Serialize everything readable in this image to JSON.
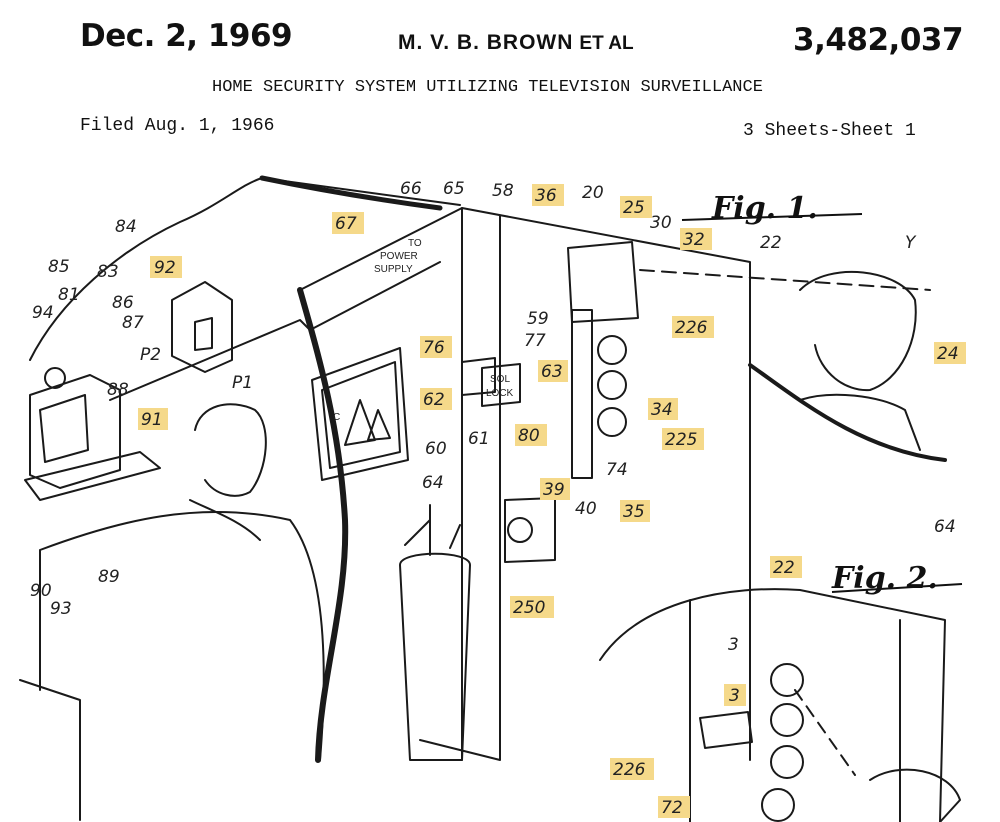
{
  "header": {
    "date": "Dec. 2, 1969",
    "inventor": "M. V. B. BROWN",
    "et_al": "ET AL",
    "patent_number": "3,482,037",
    "title": "HOME SECURITY SYSTEM UTILIZING TELEVISION SURVEILLANCE",
    "filed": "Filed Aug. 1, 1966",
    "sheets": "3 Sheets-Sheet 1"
  },
  "figures": {
    "fig1": "Fig. 1.",
    "fig2": "Fig. 2."
  },
  "labels": {
    "power_supply_line1": "TO",
    "power_supply_line2": "POWER",
    "power_supply_line3": "SUPPLY",
    "sol_lock_line1": "SOL",
    "sol_lock_line2": "LOCK",
    "tree_letter": "C"
  },
  "highlight_color": "#f5d98a",
  "refs": {
    "r84": "84",
    "r85": "85",
    "r83": "83",
    "r92": "92",
    "r81": "81",
    "r94": "94",
    "r86": "86",
    "r87": "87",
    "rP2": "P2",
    "r88": "88",
    "rP1": "P1",
    "r91": "91",
    "r90": "90",
    "r93": "93",
    "r89": "89",
    "r66": "66",
    "r65": "65",
    "r58": "58",
    "r67": "67",
    "r36": "36",
    "r20": "20",
    "r25": "25",
    "r30": "30",
    "r32": "32",
    "r22a": "22",
    "r59": "59",
    "r76": "76",
    "r77": "77",
    "r63": "63",
    "r62": "62",
    "r60": "60",
    "r61": "61",
    "r80": "80",
    "r39": "39",
    "r40": "40",
    "r74": "74",
    "r34": "34",
    "r226a": "226",
    "r225": "225",
    "r35": "35",
    "r24": "24",
    "r64a": "64",
    "r250": "250",
    "r64b": "64",
    "r22b": "22",
    "r3a": "3",
    "r3b": "3",
    "r226b": "226",
    "r72": "72",
    "rY": "Y"
  }
}
